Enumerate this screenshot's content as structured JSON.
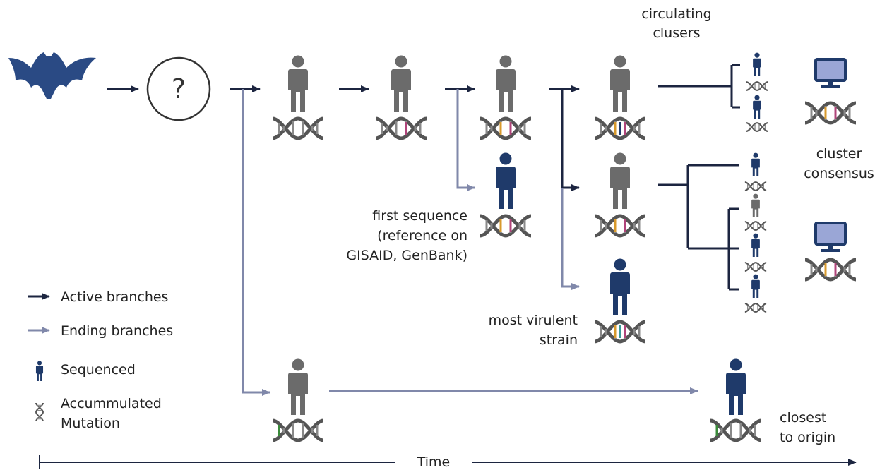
{
  "labels": {
    "circulating_line1": "circulating",
    "circulating_line2": "clusers",
    "question_mark": "?",
    "cluster_line1": "cluster",
    "cluster_line2": "consensus",
    "first_seq_line1": "first sequence",
    "first_seq_line2": "(reference on",
    "first_seq_line3": "GISAID, GenBank)",
    "virulent_line1": "most virulent",
    "virulent_line2": "strain",
    "closest_line1": "closest",
    "closest_line2": "to origin",
    "time": "Time"
  },
  "legend": {
    "active": "Active branches",
    "ending": "Ending branches",
    "sequenced": "Sequenced",
    "mutation_line1": "Accummulated",
    "mutation_line2": "Mutation"
  },
  "colors": {
    "active": "#1c2540",
    "ending": "#8088aa",
    "person_unsequenced": "#6b6b6b",
    "person_sequenced": "#1f3a6a",
    "bat": "#2a4a84",
    "dna": "#555555",
    "monitor": "#9aa6d6"
  },
  "icons": {
    "bat": "bat-icon",
    "unknown": "question-circle-icon",
    "person": "person-icon",
    "dna": "dna-icon",
    "computer": "computer-monitor-icon"
  }
}
